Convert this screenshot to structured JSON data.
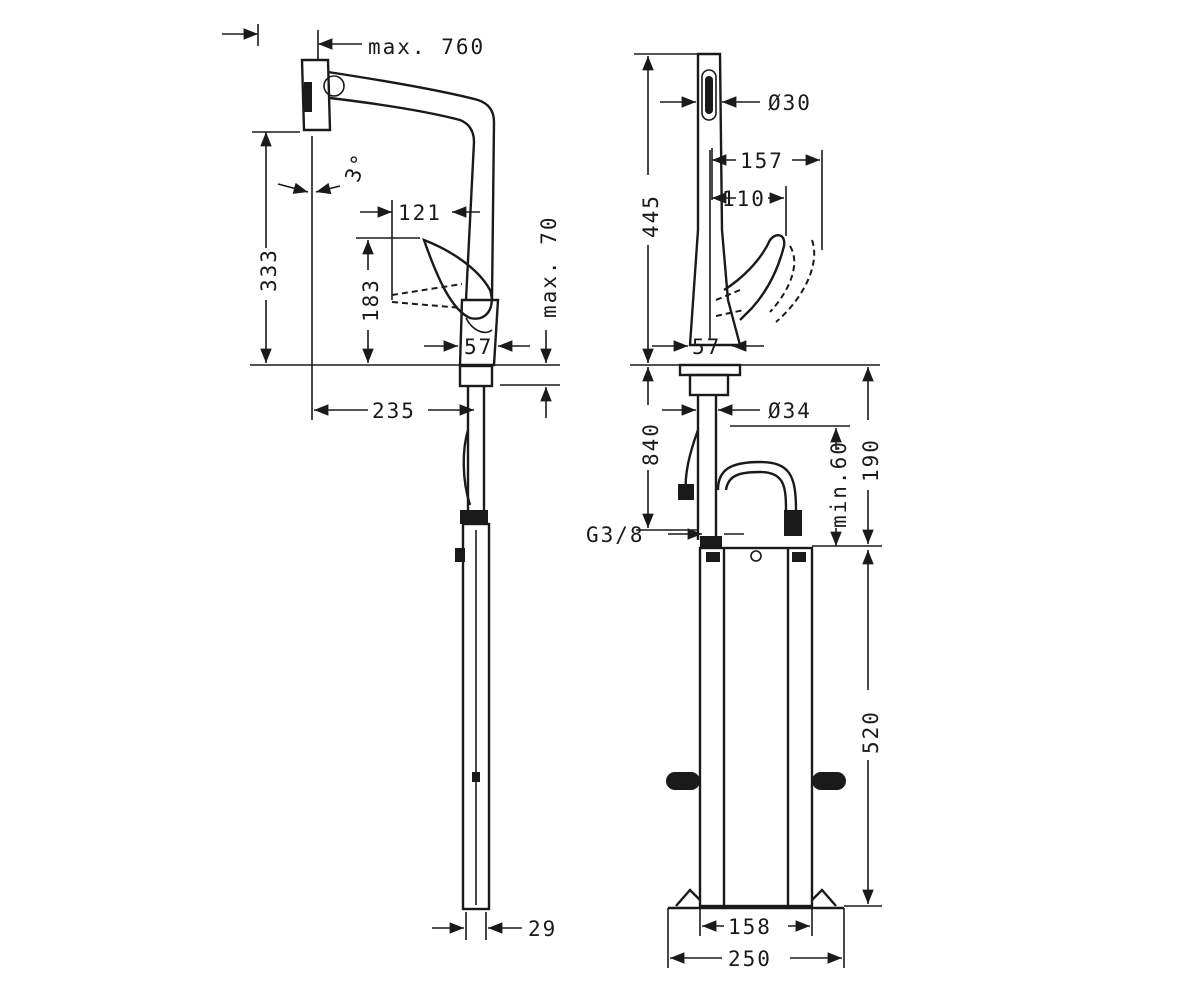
{
  "dimensions": {
    "max_reach": "max. 760",
    "angle": "3°",
    "lever_offset": "121",
    "spout_height": "333",
    "lever_height": "183",
    "max_deck": "max. 70",
    "base_left": "57",
    "reach": "235",
    "hose_diameter": "29",
    "diameter_top": "Ø30",
    "side_reach_1": "157",
    "side_reach_2": "110",
    "total_height": "445",
    "base_right": "57",
    "shank_diameter": "Ø34",
    "hose_length": "840",
    "min_clearance": "min.60",
    "weight_offset": "190",
    "thread": "G3/8",
    "weight_height": "520",
    "width_inner": "158",
    "width_outer": "250"
  }
}
